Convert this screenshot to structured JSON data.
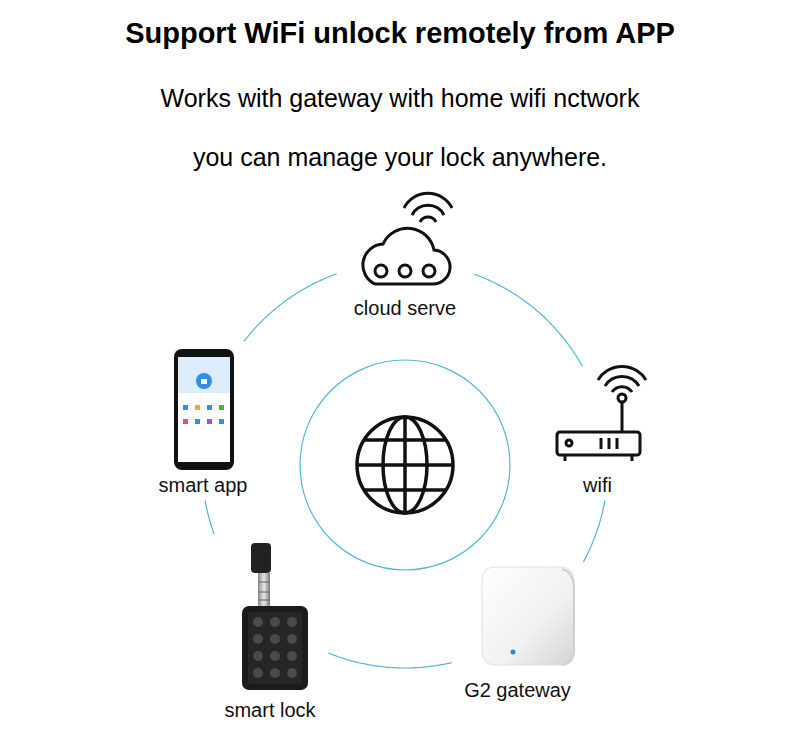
{
  "diagram": {
    "title": "Support WiFi unlock remotely from APP",
    "nodes": [
      {
        "text": [
          "cloud serve"
        ]
      },
      {
        "text": [
          "smart app"
        ]
      },
      {
        "text": [
          "wifi"
        ]
      },
      {
        "text": [
          "smart lock"
        ]
      },
      {
        "text": [
          "G2 gateway"
        ]
      }
    ],
    "edges": [
      {
        "from": 0,
        "to": 2,
        "arrow": "none"
      },
      {
        "from": 2,
        "to": 4,
        "arrow": "none"
      },
      {
        "from": 4,
        "to": 3,
        "arrow": "none"
      },
      {
        "from": 3,
        "to": 1,
        "arrow": "none"
      },
      {
        "from": 1,
        "to": 0,
        "arrow": "none"
      }
    ],
    "labels": [
      "Works with gateway with home wifi nctwork",
      "you can manage your lock anywhere."
    ]
  }
}
